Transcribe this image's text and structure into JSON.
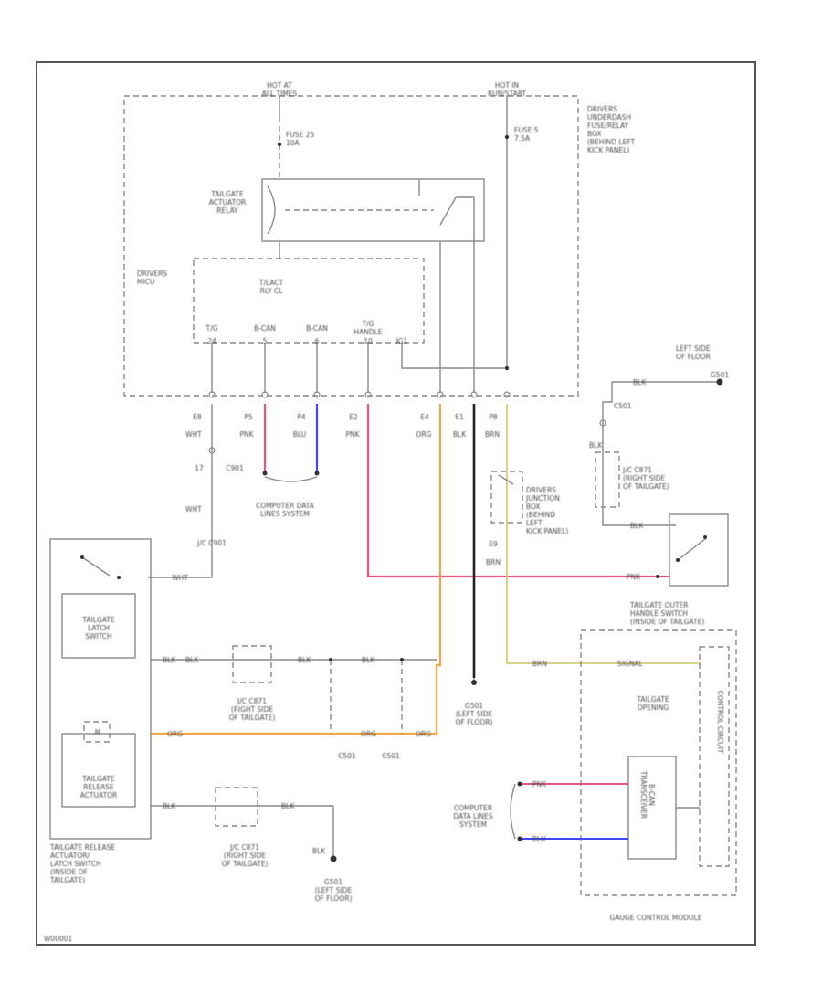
{
  "colors": {
    "pnk": "#e8557a",
    "blu": "#4545ff",
    "org": "#f5a54a",
    "blk": "#222222",
    "brn": "#d9d28a",
    "line": "#8a8a8a"
  },
  "labels": {
    "hot_at_all_times": "HOT AT\nALL TIMES",
    "hot_in_run_start": "HOT IN\nRUN/START",
    "fuse_25": "FUSE 25\n10A",
    "fuse_5": "FUSE 5\n7.5A",
    "underdash_box": "DRIVERS\nUNDERDASH\nFUSE/RELAY\nBOX\n(BEHIND LEFT\nKICK PANEL)",
    "tailgate_actuator_relay": "TAILGATE\nACTUATOR\nRELAY",
    "drivers_mcu": "DRIVERS\nMICU",
    "tailgate_rly_cl": "T/LACT\nRLY CL",
    "pin_tg": "T/G",
    "pin_bcan1": "B-CAN",
    "pin_bcan2": "B-CAN",
    "pin_tg_handle": "T/G\nHANDLE",
    "pin_24": "24",
    "pin_5": "5",
    "pin_6": "6",
    "pin_10": "10",
    "pin_ig": "IG1",
    "conn_e8": "E8",
    "conn_p5": "P5",
    "conn_p4": "P4",
    "conn_e2": "E2",
    "conn_e4": "E4",
    "conn_e1": "E1",
    "conn_p8": "P8",
    "wht1": "WHT",
    "pnk1": "PNK",
    "blu1": "BLU",
    "pnk2": "PNK",
    "org1": "ORG",
    "blk1": "BLK",
    "brn1": "BRN",
    "c_17": "17",
    "c901": "C901",
    "computer_data_lines": "COMPUTER DATA\nLINES SYSTEM",
    "wht2": "WHT",
    "jc_c901": "J/C C901",
    "left_side_floor_top": "LEFT SIDE\nOF FLOOR",
    "g501": "G501",
    "blk_top": "BLK",
    "c501": "C501",
    "blk_side": "BLK",
    "jc_c871_right": "J/C C871\n(RIGHT SIDE\nOF TAILGATE)",
    "drivers_junction_box": "DRIVERS\nJUNCTION\nBOX\n(BEHIND\nLEFT\nKICK PANEL)",
    "e9": "E9",
    "brn2": "BRN",
    "blk_outer": "BLK",
    "pnk_outer": "PNK",
    "tailgate_outer_switch": "TAILGATE OUTER\nHANDLE SWITCH\n(INSIDE OF TAILGATE)",
    "tailgate_latch_switch": "TAILGATE\nLATCH\nSWITCH",
    "wht3": "WHT",
    "blk_latch": "BLK",
    "blk_mid1": "BLK",
    "blk_mid2": "BLK",
    "blk_mid3": "BLK",
    "jc_c871_mid": "J/C C871\n(RIGHT SIDE\nOF TAILGATE)",
    "g501_mid": "G501\n(LEFT SIDE\nOF FLOOR)",
    "org_mid": "ORG",
    "org_mid2": "ORG",
    "org_mid3": "ORG",
    "c501_a": "C501",
    "c501_b": "C501",
    "brn_gcm": "BRN",
    "signal_label": "SIGNAL",
    "tailgate_opening": "TAILGATE\nOPENING",
    "control_circuit": "CONTROL CIRCUIT",
    "b_can_transceiver": "B-CAN\nTRANSCEIVER",
    "motor": "M",
    "tailgate_release_actuator": "TAILGATE\nRELEASE\nACTUATOR",
    "blk_rel": "BLK",
    "blk_rel2": "BLK",
    "jc_c871_low": "J/C C871\n(RIGHT SIDE\nOF TAILGATE)",
    "blk_low": "BLK",
    "g501_low": "G501\n(LEFT SIDE\nOF FLOOR)",
    "computer_data_lines_2": "COMPUTER\nDATA LINES\nSYSTEM",
    "pnk_gcm": "PNK",
    "blu_gcm": "BLU",
    "release_caption": "TAILGATE RELEASE\nACTUATOR/\nLATCH SWITCH\n(INSIDE OF\nTAILGATE)",
    "gauge_control_module": "GAUGE CONTROL MODULE",
    "footer_id": "W00001"
  }
}
